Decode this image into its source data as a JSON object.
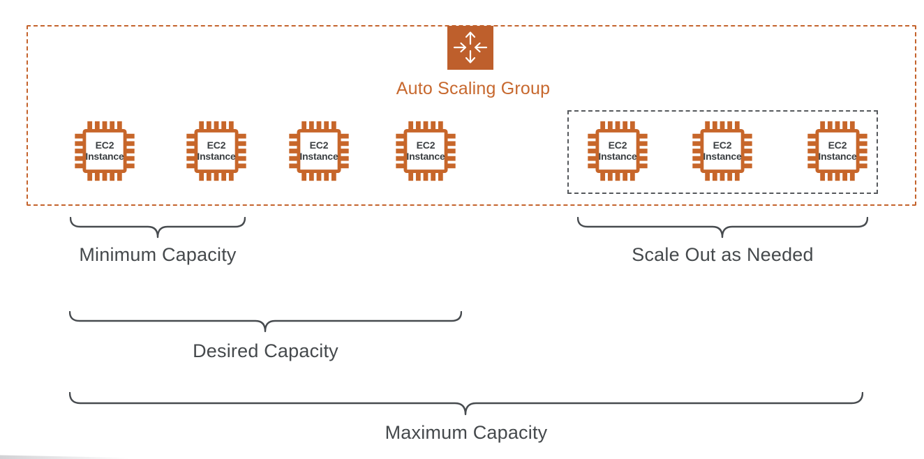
{
  "diagram": {
    "title": {
      "label": "Auto Scaling Group"
    },
    "instances": [
      {
        "label": "EC2 Instance"
      },
      {
        "label": "EC2 Instance"
      },
      {
        "label": "EC2 Instance"
      },
      {
        "label": "EC2 Instance"
      },
      {
        "label": "EC2 Instance"
      },
      {
        "label": "EC2 Instance"
      },
      {
        "label": "EC2 Instance"
      }
    ],
    "braces": [
      {
        "label": "Minimum Capacity"
      },
      {
        "label": "Scale Out as Needed"
      },
      {
        "label": "Desired Capacity"
      },
      {
        "label": "Maximum Capacity"
      }
    ],
    "colors": {
      "accent_orange": "#C4632C",
      "icon_fill_orange": "#BE5F2C",
      "title_orange": "#C7682E",
      "label_gray": "#45494C",
      "chip_text_gray": "#3B3F42",
      "scale_out_border_gray": "#55585C"
    }
  }
}
